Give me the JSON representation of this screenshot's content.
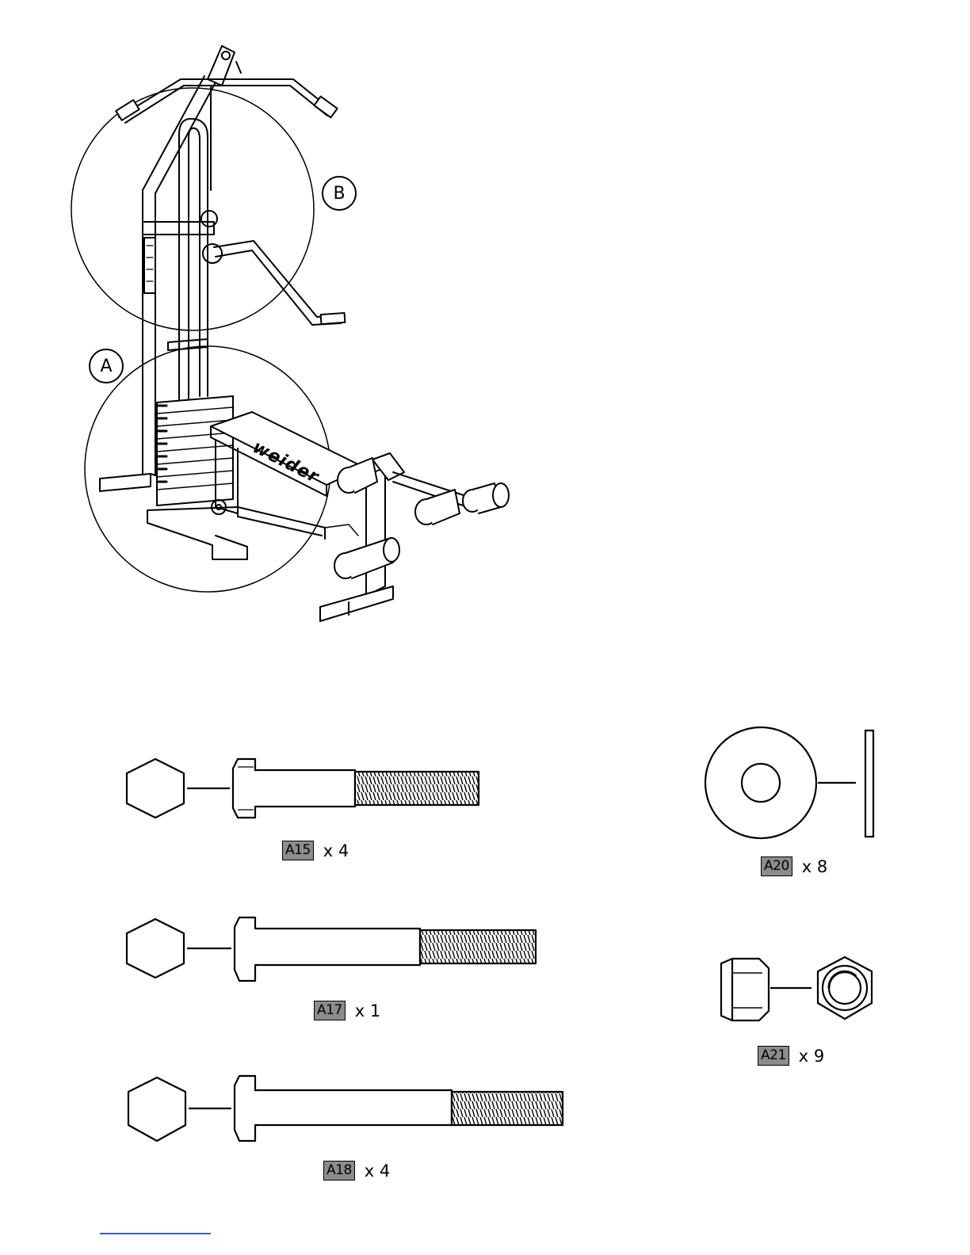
{
  "overview": {
    "callout_a": "A",
    "callout_b": "B",
    "bench_brand": "weider"
  },
  "parts": [
    {
      "id": "A15",
      "qty": "x 4",
      "kind": "bolt"
    },
    {
      "id": "A17",
      "qty": "x 1",
      "kind": "bolt"
    },
    {
      "id": "A18",
      "qty": "x 4",
      "kind": "bolt"
    },
    {
      "id": "A20",
      "qty": "x 8",
      "kind": "washer"
    },
    {
      "id": "A21",
      "qty": "x 9",
      "kind": "lock-nut"
    }
  ],
  "colors": {
    "ink": "#000000",
    "label_fill": "#8c8c8c",
    "footer_rule": "#3a5fcd"
  }
}
